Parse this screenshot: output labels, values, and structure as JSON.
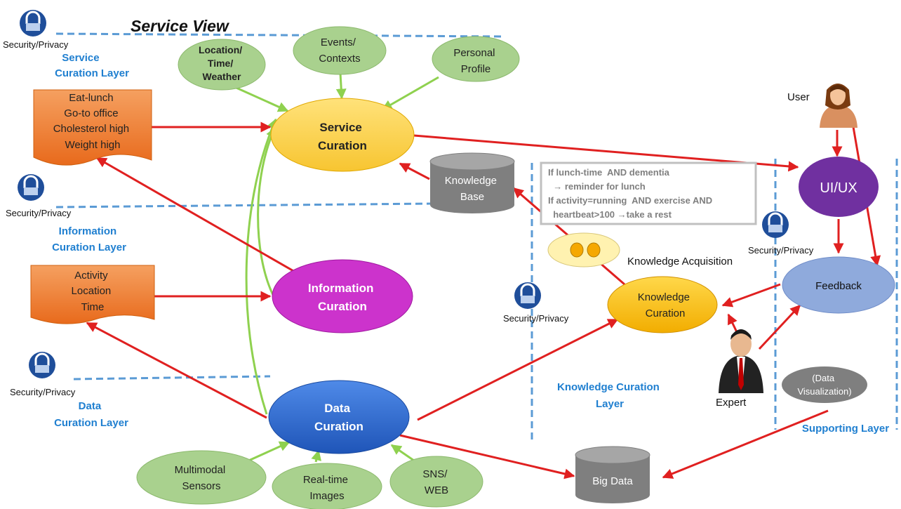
{
  "title": "Service View",
  "colors": {
    "dash": "#5b9bd5",
    "arrow_red": "#e02020",
    "arrow_green": "#8fd14f",
    "green_node": "#a9d18e",
    "yellow_node": "#ffd34d",
    "magenta_node": "#cc33cc",
    "blue_node": "#2e6bd0",
    "purple_node": "#7030a0",
    "feedback_node": "#8faadc",
    "orange_doc": "#f08030",
    "cylinder_gray": "#7f7f7f",
    "layer_text": "#1f7fd0",
    "lock_blue": "#1f4e9a"
  },
  "security_label": "Security/Privacy",
  "layers": {
    "service": [
      "Service",
      "Curation Layer"
    ],
    "information": [
      "Information",
      "Curation Layer"
    ],
    "data": [
      "Data",
      "Curation Layer"
    ],
    "knowledge": [
      "Knowledge Curation",
      "Layer"
    ],
    "supporting": [
      "Supporting Layer"
    ]
  },
  "context_nodes": {
    "location": [
      "Location/",
      "Time/",
      "Weather"
    ],
    "events": [
      "Events/",
      "Contexts"
    ],
    "profile": [
      "Personal",
      "Profile"
    ]
  },
  "docs": {
    "service": [
      "Eat-lunch",
      "Go-to office",
      "Cholesterol high",
      "Weight high"
    ],
    "information": [
      "Activity",
      "Location",
      "Time"
    ]
  },
  "curation": {
    "service": [
      "Service",
      "Curation"
    ],
    "information": [
      "Information",
      "Curation"
    ],
    "data": [
      "Data",
      "Curation"
    ],
    "knowledge": [
      "Knowledge",
      "Curation"
    ]
  },
  "knowledge_base": [
    "Knowledge",
    "Base"
  ],
  "big_data": "Big Data",
  "rules": [
    "If lunch-time  AND dementia",
    "  → reminder for lunch",
    "If activity=running  AND exercise AND",
    "  heartbeat>100 →take a rest"
  ],
  "knowledge_acquisition": "Knowledge Acquisition",
  "ui_ux": "UI/UX",
  "feedback": "Feedback",
  "user_label": "User",
  "expert_label": "Expert",
  "data_visualization": [
    "(Data",
    "Visualization)"
  ],
  "sources": {
    "sensors": [
      "Multimodal",
      "Sensors"
    ],
    "images": [
      "Real-time",
      "Images"
    ],
    "sns": [
      "SNS/",
      "WEB"
    ]
  }
}
